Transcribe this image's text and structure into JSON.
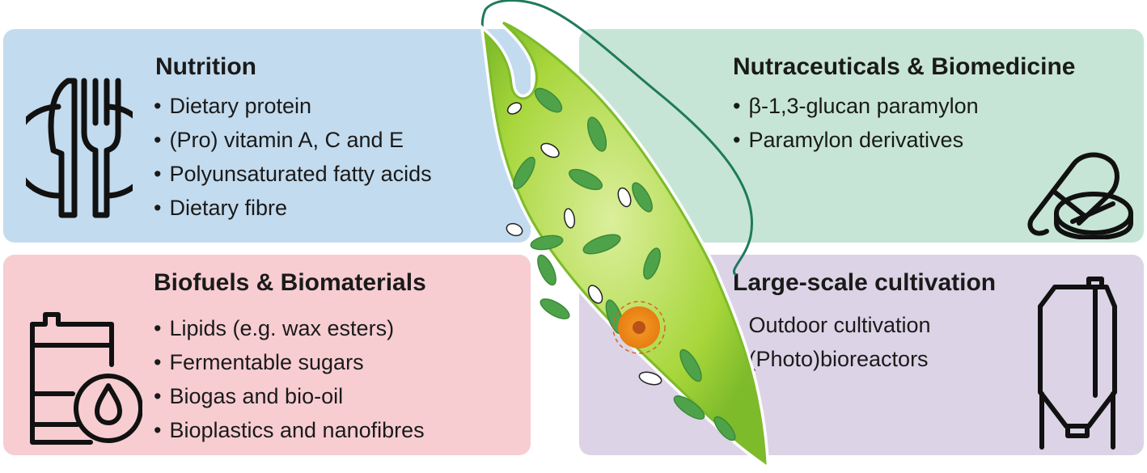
{
  "panels": {
    "nutrition": {
      "title": "Nutrition",
      "items": [
        "Dietary protein",
        "(Pro) vitamin A, C and E",
        "Polyunsaturated fatty acids",
        "Dietary fibre"
      ],
      "icon": "cutlery-plate-icon",
      "color": "#c3dbee"
    },
    "nutraceuticals": {
      "title": "Nutraceuticals & Biomedicine",
      "items": [
        "β-1,3-glucan paramylon",
        "Paramylon derivatives"
      ],
      "icon": "pill-capsule-icon",
      "color": "#c6e5d6"
    },
    "biofuels": {
      "title": "Biofuels & Biomaterials",
      "items": [
        "Lipids (e.g. wax esters)",
        "Fermentable sugars",
        "Biogas and bio-oil",
        "Bioplastics and nanofibres"
      ],
      "icon": "oil-barrel-icon",
      "color": "#f7cdd2"
    },
    "cultivation": {
      "title": "Large-scale cultivation",
      "items": [
        "Outdoor cultivation",
        "(Photo)bioreactors"
      ],
      "icon": "bioreactor-tank-icon",
      "color": "#dcd3e6"
    }
  },
  "center_image": "euglena-cell-illustration",
  "colors": {
    "cell_body": "#a8d63b",
    "chloroplast": "#4ea34a",
    "nucleus": "#f08a1c",
    "flagellum": "#1f7a5c"
  }
}
